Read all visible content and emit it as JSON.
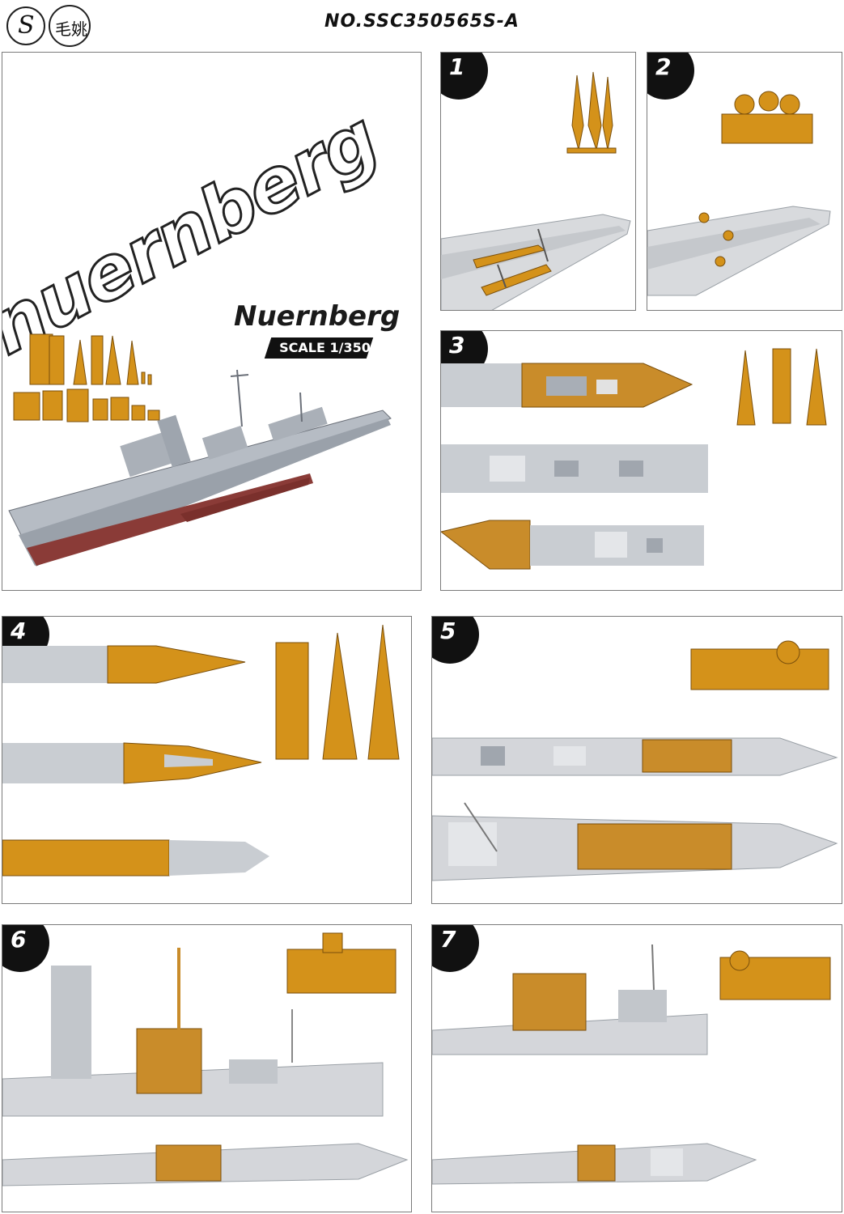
{
  "header": {
    "title": "NO.SSC350565S-A",
    "logo_letter": "S",
    "logo_chinese": "毛姚"
  },
  "cover": {
    "big_word": "nuernberg",
    "name": "Nuernberg",
    "scale": "SCALE 1/350"
  },
  "steps": [
    {
      "number": "1"
    },
    {
      "number": "2"
    },
    {
      "number": "3"
    },
    {
      "number": "4"
    },
    {
      "number": "5"
    },
    {
      "number": "6"
    },
    {
      "number": "7"
    }
  ],
  "colors": {
    "resin_part": "#d4921a",
    "hull_grey": "#b8bcc2",
    "hull_red": "#8a3b37",
    "deck_wood": "#c98c2a",
    "border": "#7a7a7a"
  }
}
